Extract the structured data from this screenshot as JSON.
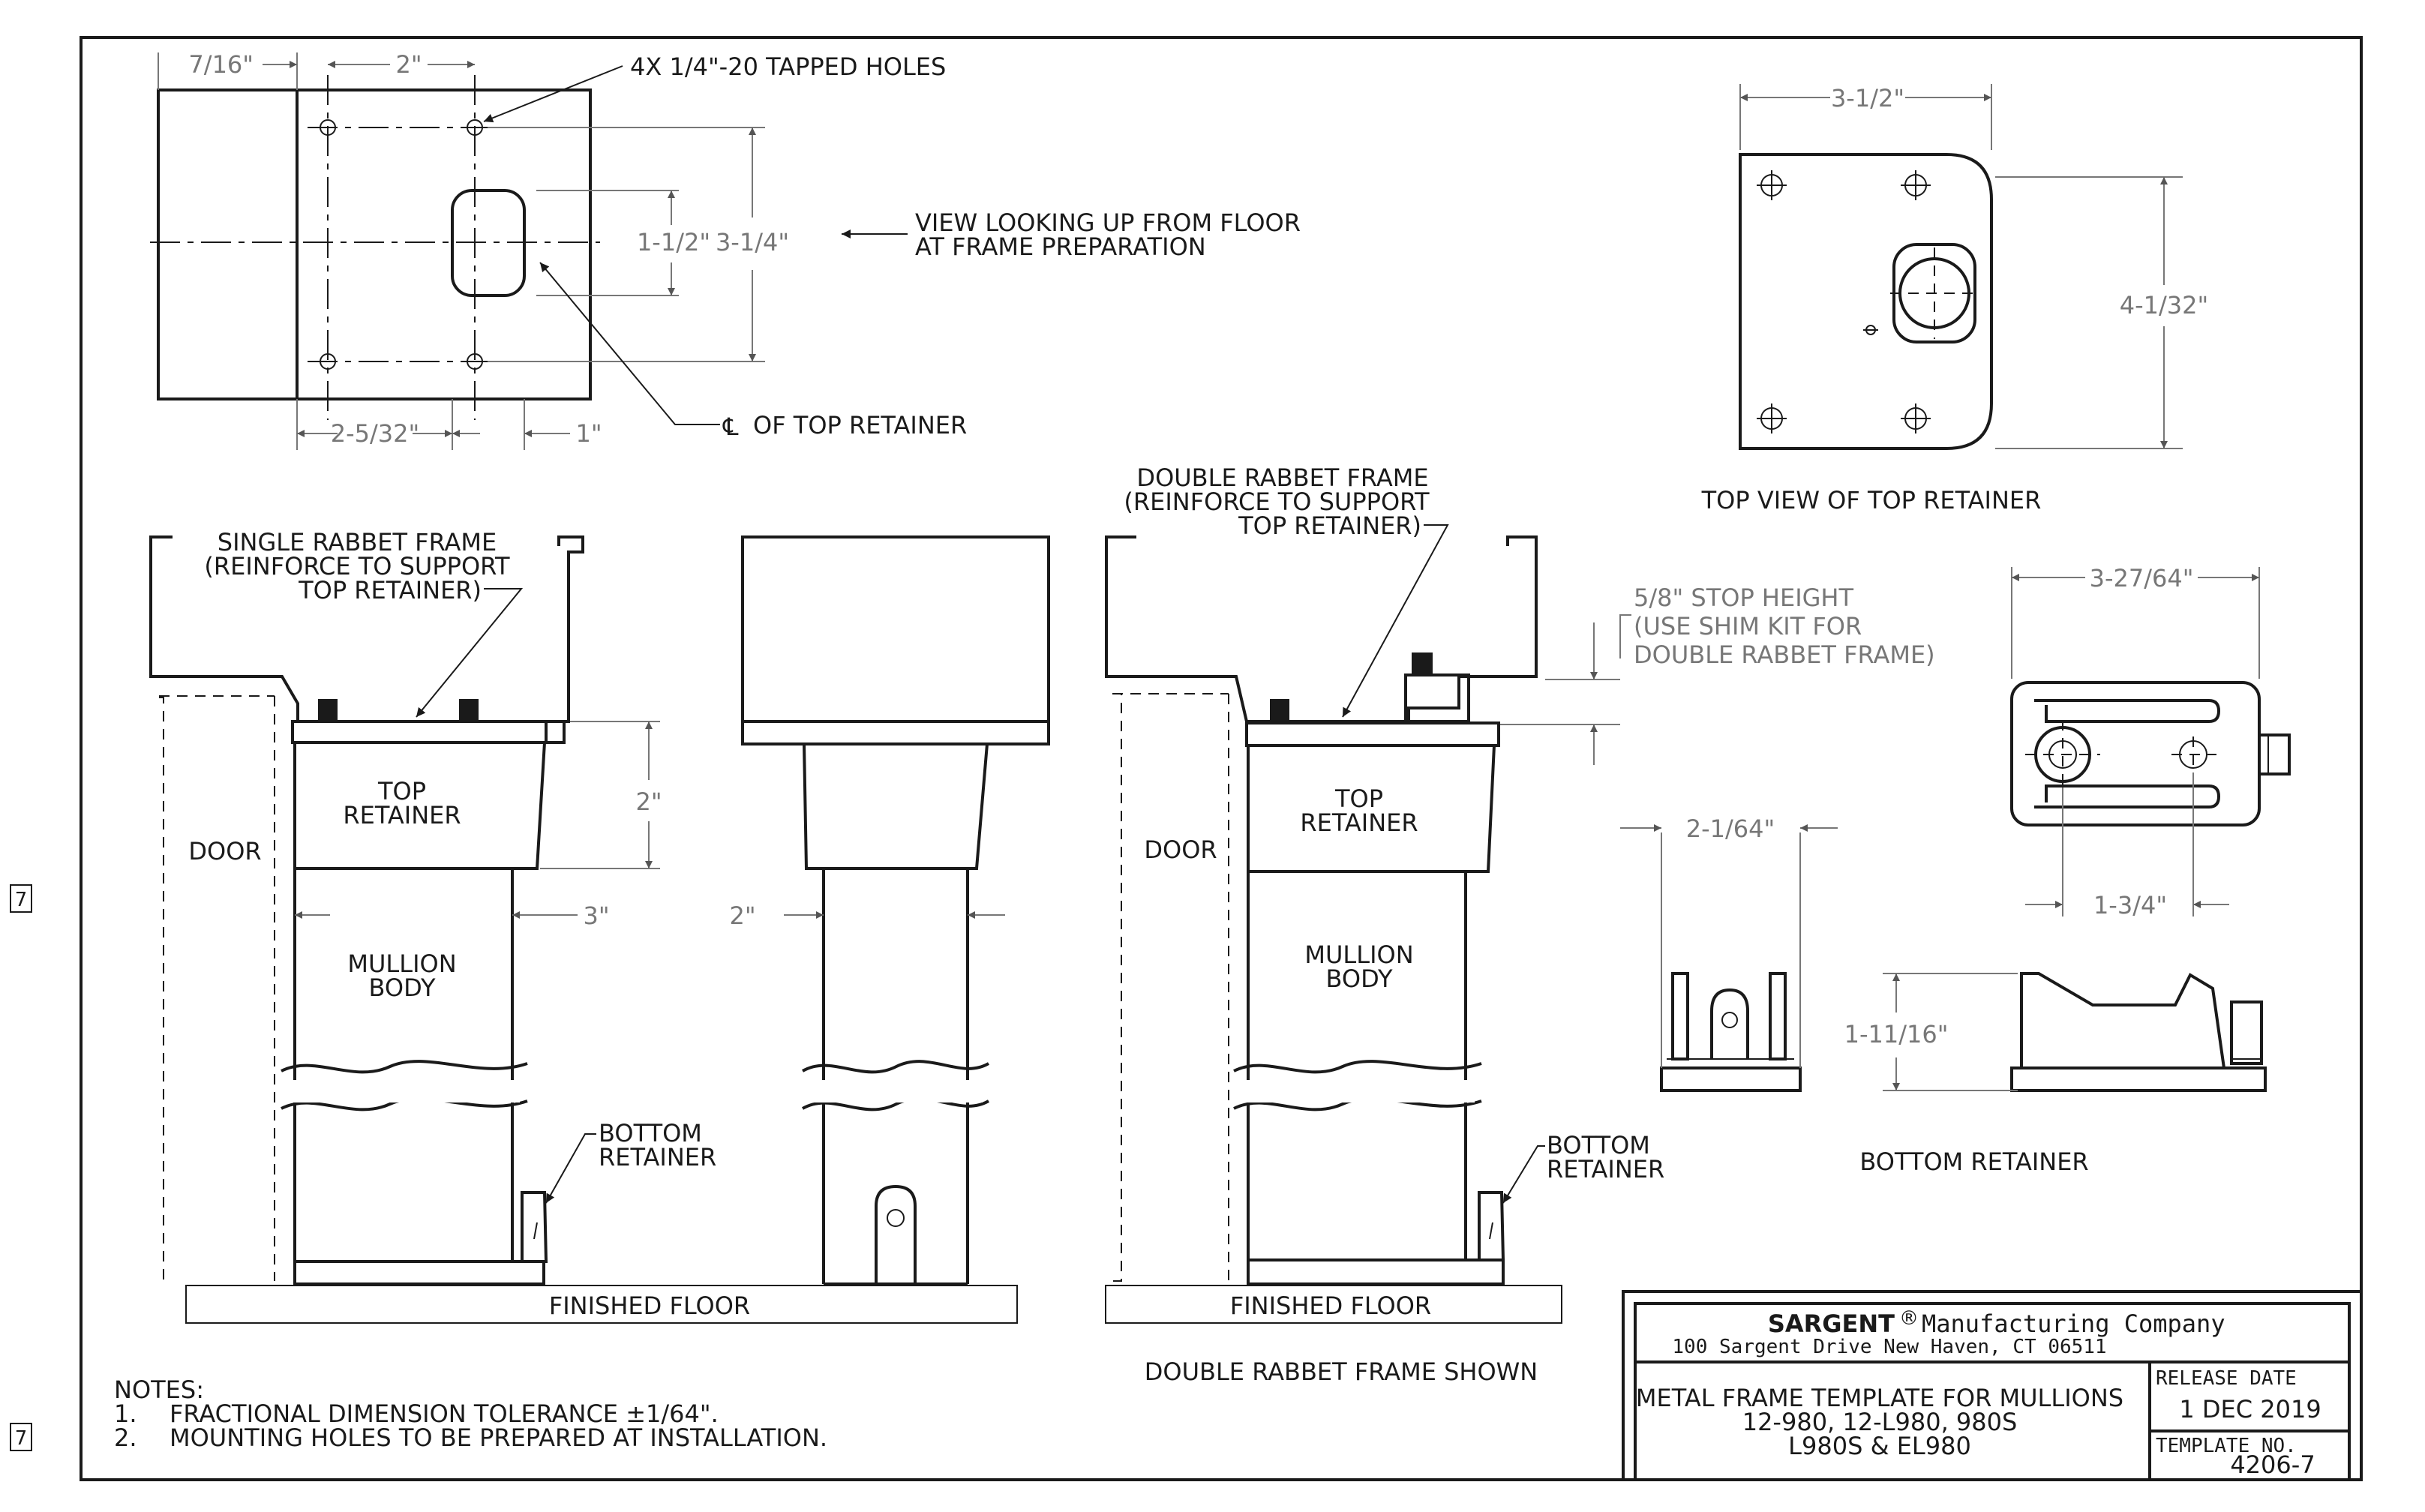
{
  "margin_marks": [
    "7",
    "7"
  ],
  "views": {
    "bottom_view": {
      "dimensions": {
        "seven_sixteenths": "7/16\"",
        "two": "2\"",
        "one_half": "1-1/2\"",
        "three_quarter": "3-1/4\"",
        "two_five_32": "2-5/32\"",
        "one": "1\""
      },
      "callouts": {
        "tapped_holes": "4X 1/4\"-20 TAPPED HOLES",
        "centerline_symbol": "℄",
        "centerline": "OF TOP RETAINER"
      },
      "caption_line1": "VIEW LOOKING UP FROM FLOOR",
      "caption_line2": "AT FRAME PREPARATION"
    },
    "top_retainer_view": {
      "dimensions": {
        "width": "3-1/2\"",
        "height": "4-1/32\""
      },
      "caption": "TOP VIEW OF TOP RETAINER"
    },
    "single_rabbet": {
      "label_line1": "SINGLE RABBET FRAME",
      "label_line2": "(REINFORCE TO SUPPORT",
      "label_line3": "TOP RETAINER)",
      "door": "DOOR",
      "top_retainer_line1": "TOP",
      "top_retainer_line2": "RETAINER",
      "mullion_line1": "MULLION",
      "mullion_line2": "BODY",
      "bottom_retainer_line1": "BOTTOM",
      "bottom_retainer_line2": "RETAINER",
      "floor": "FINISHED FLOOR",
      "dim_two": "2\"",
      "dim_three": "3\""
    },
    "side_view": {
      "dim_two": "2\""
    },
    "double_rabbet": {
      "label_line1": "DOUBLE RABBET FRAME",
      "label_line2": "(REINFORCE TO SUPPORT",
      "label_line3": "TOP RETAINER)",
      "door": "DOOR",
      "top_retainer_line1": "TOP",
      "top_retainer_line2": "RETAINER",
      "mullion_line1": "MULLION",
      "mullion_line2": "BODY",
      "bottom_retainer_line1": "BOTTOM",
      "bottom_retainer_line2": "RETAINER",
      "floor": "FINISHED FLOOR",
      "caption": "DOUBLE RABBET FRAME SHOWN",
      "stop_line1": "5/8\" STOP HEIGHT",
      "stop_line2": "(USE SHIM KIT FOR",
      "stop_line3": "DOUBLE RABBET FRAME)"
    },
    "bottom_retainer": {
      "dimensions": {
        "width": "3-27/64\"",
        "hole_spacing": "1-3/4\"",
        "side_width": "2-1/64\"",
        "height": "1-11/16\""
      },
      "caption": "BOTTOM RETAINER"
    }
  },
  "notes": {
    "heading": "NOTES:",
    "items": [
      {
        "num": "1.",
        "text": "FRACTIONAL DIMENSION TOLERANCE ±1/64\"."
      },
      {
        "num": "2.",
        "text": "MOUNTING HOLES TO BE PREPARED AT INSTALLATION."
      }
    ]
  },
  "title_block": {
    "brand": "SARGENT",
    "registered": "®",
    "company": "Manufacturing Company",
    "address": "100 Sargent Drive New Haven, CT 06511",
    "title_line1": "METAL FRAME TEMPLATE FOR MULLIONS",
    "title_line2": "12-980, 12-L980, 980S",
    "title_line3": "L980S & EL980",
    "release_label": "RELEASE DATE",
    "release_date": "1 DEC 2019",
    "template_label": "TEMPLATE NO.",
    "template_no": "4206-7"
  }
}
